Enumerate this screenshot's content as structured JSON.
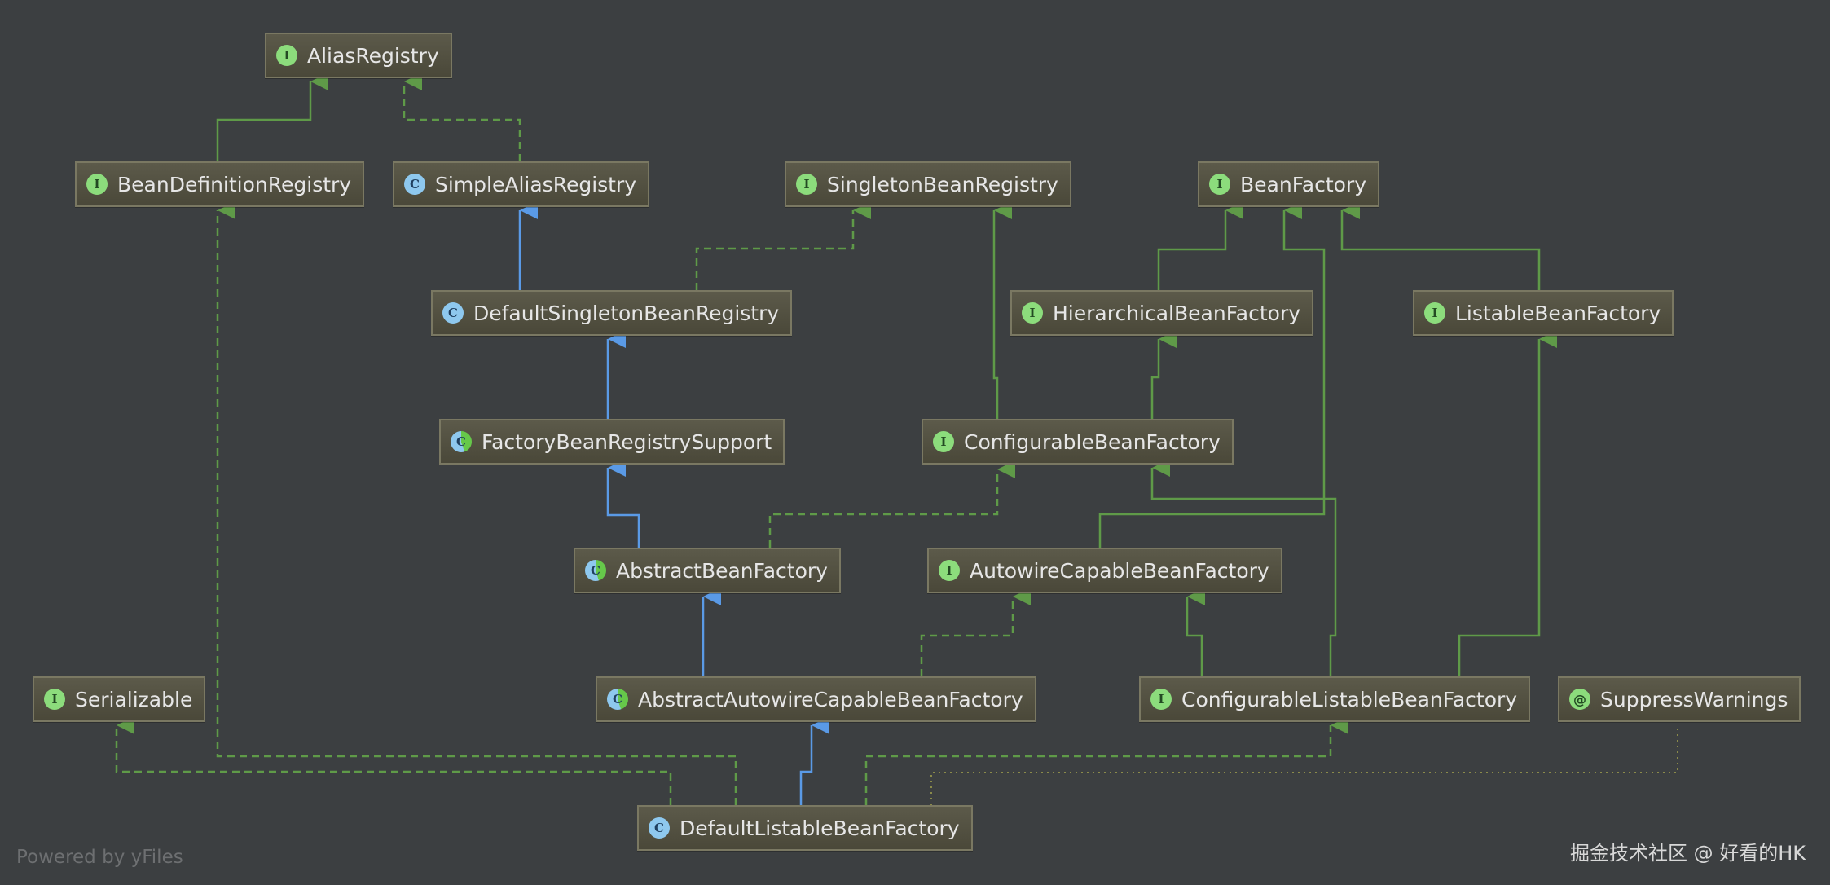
{
  "nodes": {
    "alias_registry": {
      "label": "AliasRegistry",
      "kind": "interface",
      "badge": "I"
    },
    "bean_definition_registry": {
      "label": "BeanDefinitionRegistry",
      "kind": "interface",
      "badge": "I"
    },
    "simple_alias_registry": {
      "label": "SimpleAliasRegistry",
      "kind": "class",
      "badge": "C"
    },
    "singleton_bean_registry": {
      "label": "SingletonBeanRegistry",
      "kind": "interface",
      "badge": "I"
    },
    "bean_factory": {
      "label": "BeanFactory",
      "kind": "interface",
      "badge": "I"
    },
    "default_singleton_bean_registry": {
      "label": "DefaultSingletonBeanRegistry",
      "kind": "class",
      "badge": "C"
    },
    "hierarchical_bean_factory": {
      "label": "HierarchicalBeanFactory",
      "kind": "interface",
      "badge": "I"
    },
    "listable_bean_factory": {
      "label": "ListableBeanFactory",
      "kind": "interface",
      "badge": "I"
    },
    "factory_bean_registry_support": {
      "label": "FactoryBeanRegistrySupport",
      "kind": "abstract",
      "badge": "C"
    },
    "configurable_bean_factory": {
      "label": "ConfigurableBeanFactory",
      "kind": "interface",
      "badge": "I"
    },
    "abstract_bean_factory": {
      "label": "AbstractBeanFactory",
      "kind": "abstract",
      "badge": "C"
    },
    "autowire_capable_bean_factory": {
      "label": "AutowireCapableBeanFactory",
      "kind": "interface",
      "badge": "I"
    },
    "serializable": {
      "label": "Serializable",
      "kind": "interface",
      "badge": "I"
    },
    "abstract_autowire_capable_bean_factory": {
      "label": "AbstractAutowireCapableBeanFactory",
      "kind": "abstract",
      "badge": "C"
    },
    "configurable_listable_bean_factory": {
      "label": "ConfigurableListableBeanFactory",
      "kind": "interface",
      "badge": "I"
    },
    "suppress_warnings": {
      "label": "SuppressWarnings",
      "kind": "annotation",
      "badge": "@"
    },
    "default_listable_bean_factory": {
      "label": "DefaultListableBeanFactory",
      "kind": "class",
      "badge": "C"
    }
  },
  "edges": [
    {
      "from": "bean_definition_registry",
      "to": "alias_registry",
      "type": "extends"
    },
    {
      "from": "simple_alias_registry",
      "to": "alias_registry",
      "type": "implements"
    },
    {
      "from": "default_singleton_bean_registry",
      "to": "simple_alias_registry",
      "type": "class-extends"
    },
    {
      "from": "default_singleton_bean_registry",
      "to": "singleton_bean_registry",
      "type": "implements"
    },
    {
      "from": "factory_bean_registry_support",
      "to": "default_singleton_bean_registry",
      "type": "class-extends"
    },
    {
      "from": "abstract_bean_factory",
      "to": "factory_bean_registry_support",
      "type": "class-extends"
    },
    {
      "from": "abstract_bean_factory",
      "to": "configurable_bean_factory",
      "type": "implements"
    },
    {
      "from": "configurable_bean_factory",
      "to": "singleton_bean_registry",
      "type": "extends"
    },
    {
      "from": "configurable_bean_factory",
      "to": "hierarchical_bean_factory",
      "type": "extends"
    },
    {
      "from": "hierarchical_bean_factory",
      "to": "bean_factory",
      "type": "extends"
    },
    {
      "from": "listable_bean_factory",
      "to": "bean_factory",
      "type": "extends"
    },
    {
      "from": "autowire_capable_bean_factory",
      "to": "bean_factory",
      "type": "extends"
    },
    {
      "from": "abstract_autowire_capable_bean_factory",
      "to": "abstract_bean_factory",
      "type": "class-extends"
    },
    {
      "from": "abstract_autowire_capable_bean_factory",
      "to": "autowire_capable_bean_factory",
      "type": "implements"
    },
    {
      "from": "configurable_listable_bean_factory",
      "to": "autowire_capable_bean_factory",
      "type": "extends"
    },
    {
      "from": "configurable_listable_bean_factory",
      "to": "listable_bean_factory",
      "type": "extends"
    },
    {
      "from": "configurable_listable_bean_factory",
      "to": "configurable_bean_factory",
      "type": "extends"
    },
    {
      "from": "default_listable_bean_factory",
      "to": "abstract_autowire_capable_bean_factory",
      "type": "class-extends"
    },
    {
      "from": "default_listable_bean_factory",
      "to": "serializable",
      "type": "implements"
    },
    {
      "from": "default_listable_bean_factory",
      "to": "bean_definition_registry",
      "type": "implements"
    },
    {
      "from": "default_listable_bean_factory",
      "to": "configurable_listable_bean_factory",
      "type": "implements"
    },
    {
      "from": "default_listable_bean_factory",
      "to": "suppress_warnings",
      "type": "annotated"
    }
  ],
  "colors": {
    "background": "#3c3f41",
    "interface_edge": "#5f9a48",
    "class_edge": "#5a9ae6",
    "annotation_edge": "#8a8a4a"
  },
  "footer": {
    "powered_by": "Powered by yFiles",
    "watermark": "掘金技术社区 @ 好看的HK"
  }
}
